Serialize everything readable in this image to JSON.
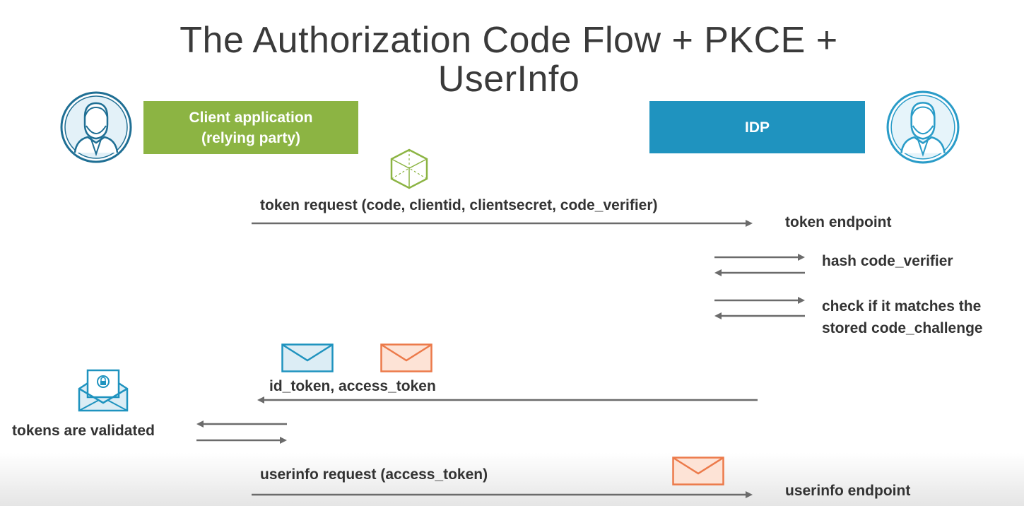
{
  "title": {
    "line1": "The Authorization Code Flow + PKCE +",
    "line2": "UserInfo"
  },
  "client": {
    "label_line1": "Client application",
    "label_line2": "(relying party)",
    "color": "#8cb443",
    "avatar_icon": "user-avatar-icon"
  },
  "idp": {
    "label": "IDP",
    "color": "#1f93bf",
    "avatar_icon": "user-avatar-icon"
  },
  "messages": {
    "token_request": "token request (code, clientid, clientsecret, code_verifier)",
    "token_endpoint": "token endpoint",
    "hash_step": "hash code_verifier",
    "check_line1": "check if it matches the",
    "check_line2": "stored code_challenge",
    "tokens_returned": "id_token, access_token",
    "tokens_validated": "tokens are validated",
    "userinfo_request": "userinfo request (access_token)",
    "userinfo_endpoint": "userinfo endpoint"
  },
  "icons": {
    "code": "cube-icon",
    "id_token": "envelope-icon",
    "access_token": "envelope-icon",
    "validated_mail": "locked-envelope-icon",
    "userinfo_token": "envelope-icon"
  },
  "colors": {
    "arrow": "#6b6b6b",
    "blue_accent": "#1f93bf",
    "orange_accent": "#ec7a4a",
    "green_accent": "#8cb443"
  }
}
